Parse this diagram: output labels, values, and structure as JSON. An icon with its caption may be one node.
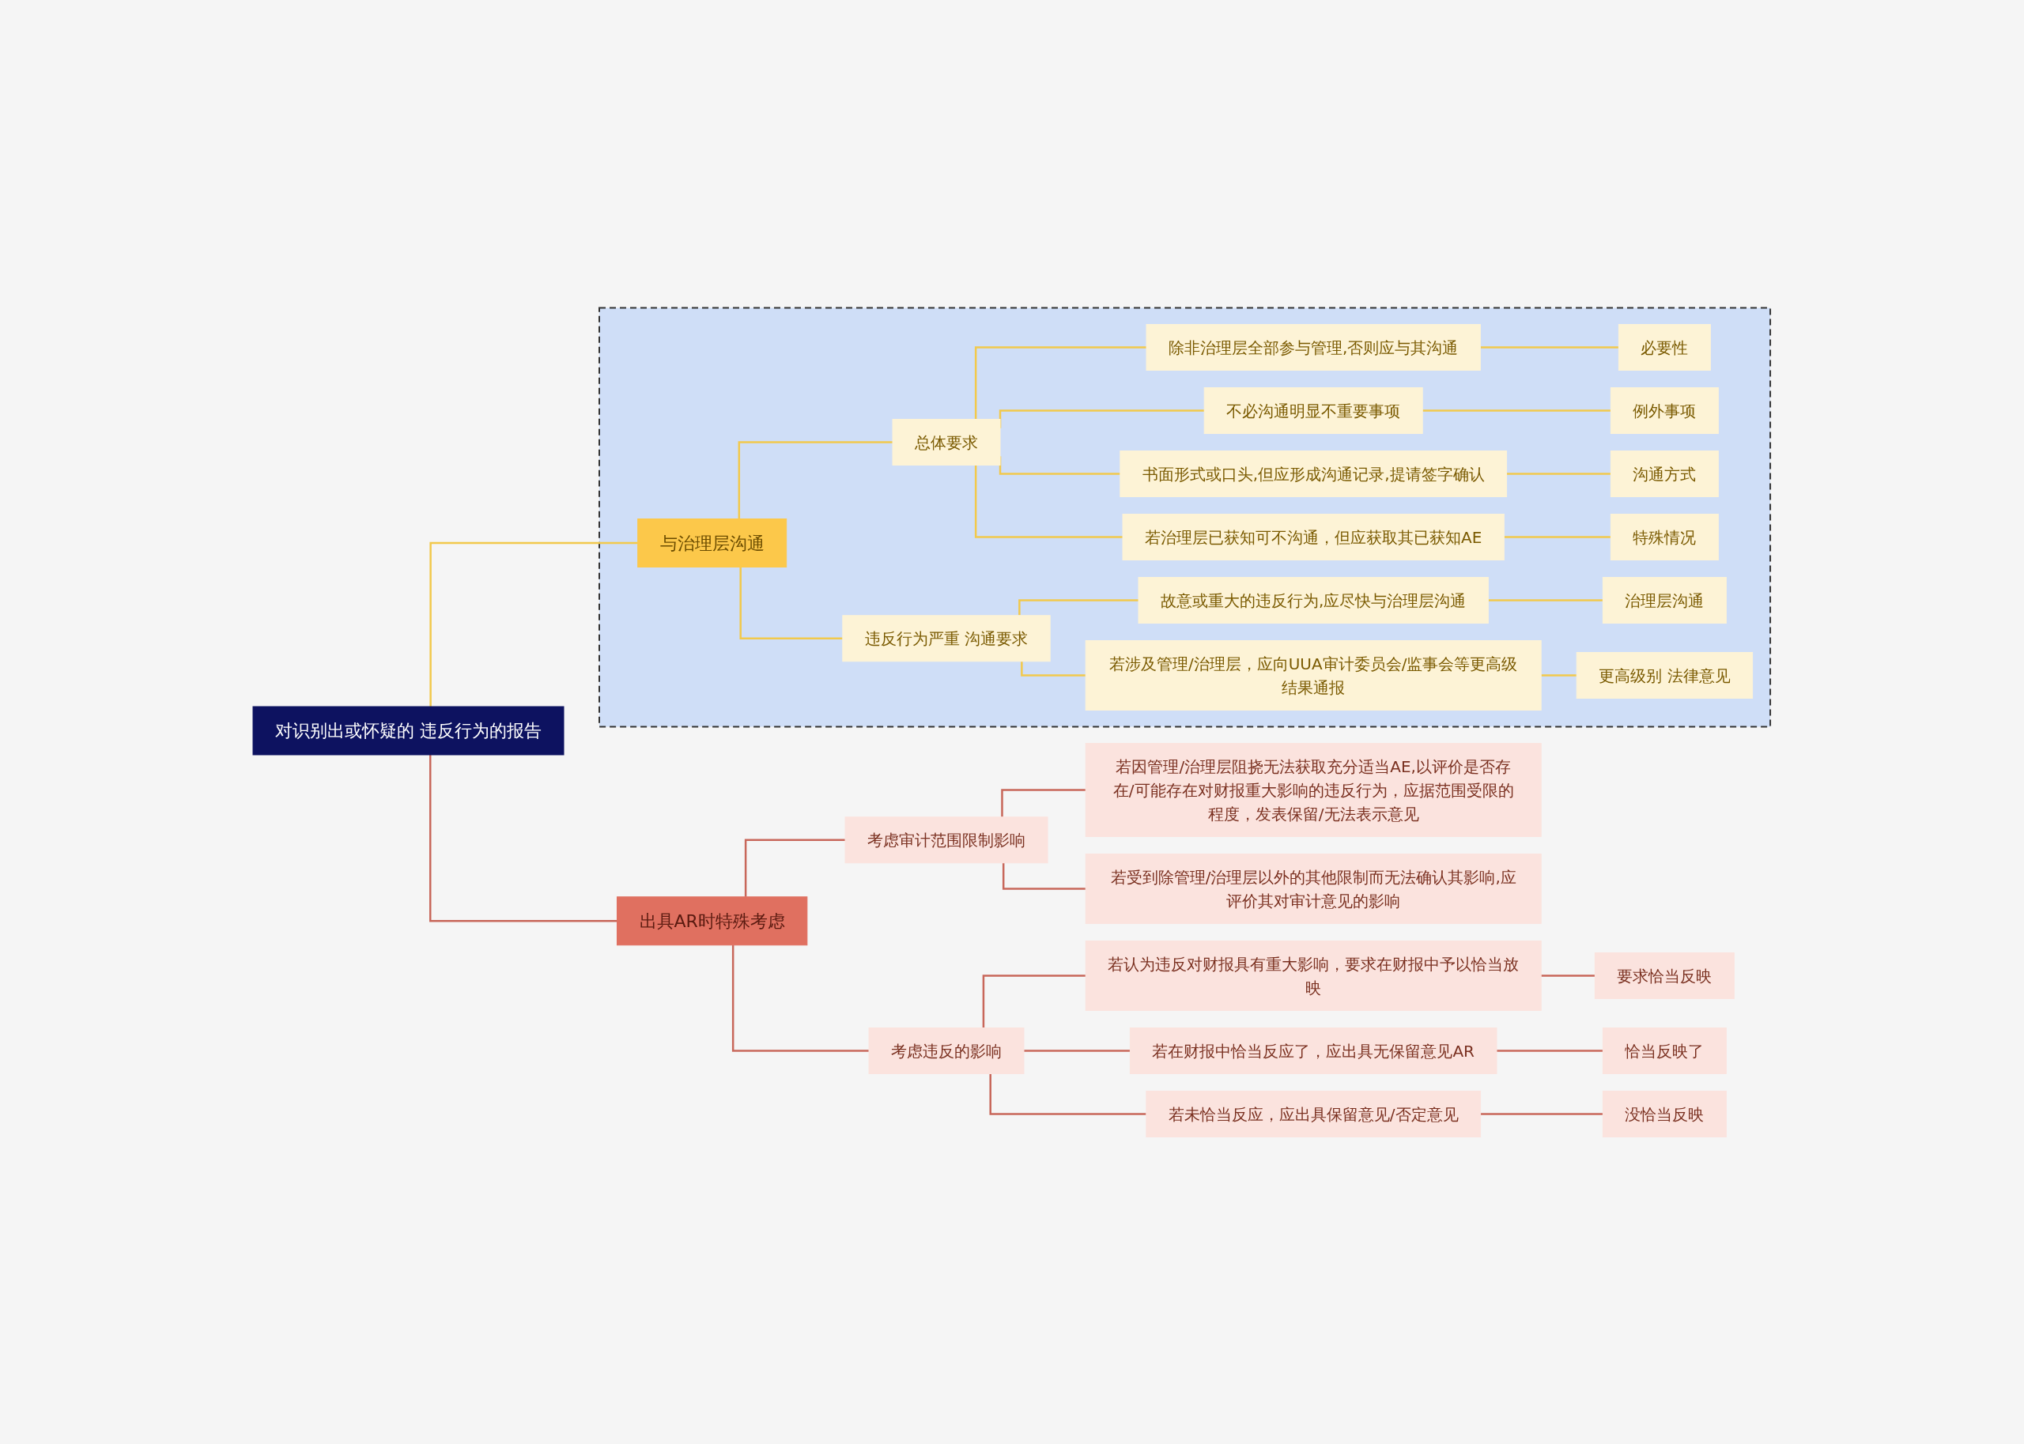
{
  "diagram": {
    "nodes": [
      {
        "text": [
          "对识别出或怀疑的 违反行为的报告"
        ]
      },
      {
        "text": [],
        "shape": "box"
      },
      {
        "text": [
          "与治理层沟通"
        ],
        "in": 1
      },
      {
        "text": [
          "总体要求"
        ],
        "in": 1
      },
      {
        "text": [
          "除非治理层全部参与管理,否则应与其沟通"
        ],
        "in": 1
      },
      {
        "text": [
          "必要性"
        ],
        "in": 1
      },
      {
        "text": [
          "不必沟通明显不重要事项"
        ],
        "in": 1
      },
      {
        "text": [
          "例外事项"
        ],
        "in": 1
      },
      {
        "text": [
          "书面形式或口头,但应形成沟通记录,提请签字确认"
        ],
        "in": 1
      },
      {
        "text": [
          "沟通方式"
        ],
        "in": 1
      },
      {
        "text": [
          "若治理层已获知可不沟通，但应获取其已获知AE"
        ],
        "in": 1
      },
      {
        "text": [
          "特殊情况"
        ],
        "in": 1
      },
      {
        "text": [
          "违反行为严重 沟通要求"
        ],
        "in": 1
      },
      {
        "text": [
          "故意或重大的违反行为,应尽快与治理层沟通"
        ],
        "in": 1
      },
      {
        "text": [
          "治理层沟通"
        ],
        "in": 1
      },
      {
        "text": [
          "若涉及管理/治理层，应向UUA审计委员会/监事会等更高级结果通报"
        ],
        "in": 1
      },
      {
        "text": [
          "更高级别 法律意见"
        ],
        "in": 1
      },
      {
        "text": [
          "出具AR时特殊考虑"
        ]
      },
      {
        "text": [
          "考虑违反的影响"
        ]
      },
      {
        "text": [
          "若认为违反对财报具有重大影响，要求在财报中予以恰当放映"
        ]
      },
      {
        "text": [
          "要求恰当反映"
        ]
      },
      {
        "text": [
          "若在财报中恰当反应了，应出具无保留意见AR"
        ]
      },
      {
        "text": [
          "恰当反映了"
        ]
      },
      {
        "text": [
          "若未恰当反应，应出具保留意见/否定意见"
        ]
      },
      {
        "text": [
          "没恰当反映"
        ]
      },
      {
        "text": [
          "考虑审计范围限制影响"
        ]
      },
      {
        "text": [
          "若因管理/治理层阻挠无法获取充分适当AE,以评价是否存在/可能存在对财报重大影响的违反行为，应据范围受限的程度，发表保留/无法表示意见"
        ]
      },
      {
        "text": [
          "若受到除管理/治理层以外的其他限制而无法确认其影响,应评价其对审计意见的影响"
        ]
      }
    ],
    "edges": [
      {
        "from": 0,
        "to": 2,
        "arrow": "none"
      },
      {
        "from": 2,
        "to": 3,
        "arrow": "none"
      },
      {
        "from": 3,
        "to": 4,
        "arrow": "none"
      },
      {
        "from": 4,
        "to": 5,
        "arrow": "none"
      },
      {
        "from": 3,
        "to": 6,
        "arrow": "none"
      },
      {
        "from": 6,
        "to": 7,
        "arrow": "none"
      },
      {
        "from": 3,
        "to": 8,
        "arrow": "none"
      },
      {
        "from": 8,
        "to": 9,
        "arrow": "none"
      },
      {
        "from": 3,
        "to": 10,
        "arrow": "none"
      },
      {
        "from": 10,
        "to": 11,
        "arrow": "none"
      },
      {
        "from": 2,
        "to": 12,
        "arrow": "none"
      },
      {
        "from": 12,
        "to": 13,
        "arrow": "none"
      },
      {
        "from": 13,
        "to": 14,
        "arrow": "none"
      },
      {
        "from": 12,
        "to": 15,
        "arrow": "none"
      },
      {
        "from": 15,
        "to": 16,
        "arrow": "none"
      },
      {
        "from": 0,
        "to": 17,
        "arrow": "none",
        "color": "#c8675a"
      },
      {
        "from": 17,
        "to": 18,
        "arrow": "none",
        "color": "#c8675a"
      },
      {
        "from": 18,
        "to": 19,
        "arrow": "none",
        "color": "#c8675a"
      },
      {
        "from": 19,
        "to": 20,
        "arrow": "none",
        "color": "#c8675a"
      },
      {
        "from": 18,
        "to": 21,
        "arrow": "none",
        "color": "#c8675a"
      },
      {
        "from": 21,
        "to": 22,
        "arrow": "none",
        "color": "#c8675a"
      },
      {
        "from": 18,
        "to": 23,
        "arrow": "none",
        "color": "#c8675a"
      },
      {
        "from": 23,
        "to": 24,
        "arrow": "none",
        "color": "#c8675a"
      },
      {
        "from": 17,
        "to": 25,
        "arrow": "none",
        "color": "#c8675a"
      },
      {
        "from": 25,
        "to": 26,
        "arrow": "none",
        "color": "#c8675a"
      },
      {
        "from": 25,
        "to": 27,
        "arrow": "none",
        "color": "#c8675a"
      }
    ]
  }
}
